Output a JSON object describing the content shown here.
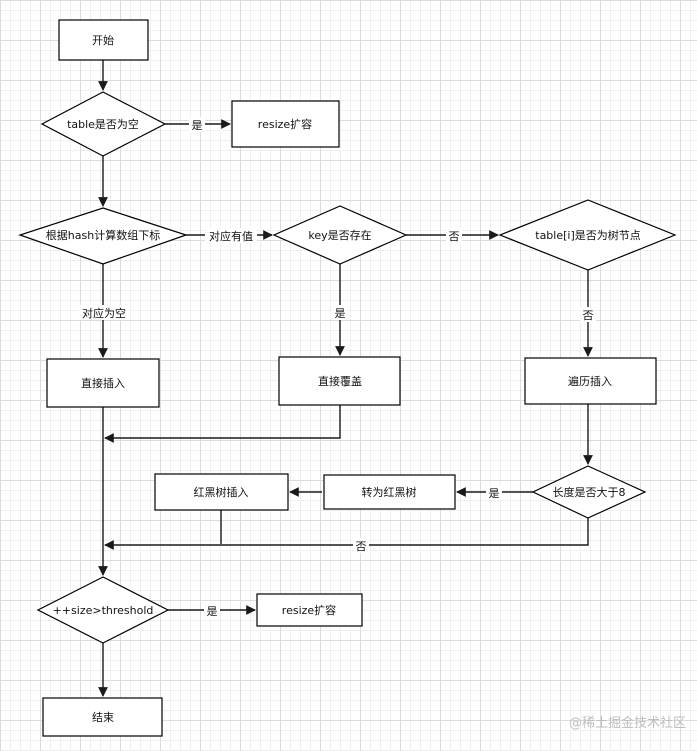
{
  "nodes": {
    "start": "开始",
    "table_empty": "table是否为空",
    "resize1": "resize扩容",
    "calc_index": "根据hash计算数组下标",
    "key_exists": "key是否存在",
    "is_tree": "table[i]是否为树节点",
    "direct_insert": "直接插入",
    "direct_overwrite": "直接覆盖",
    "traverse_insert": "遍历插入",
    "length_gt8": "长度是否大于8",
    "to_rbtree": "转为红黑树",
    "rbtree_insert": "红黑树插入",
    "size_check": "++size>threshold",
    "resize2": "resize扩容",
    "end": "结束"
  },
  "edge_labels": {
    "table_empty_yes": "是",
    "has_value": "对应有值",
    "key_no": "否",
    "empty_slot": "对应为空",
    "key_yes": "是",
    "tree_no": "否",
    "gt8_yes": "是",
    "gt8_no": "否",
    "size_yes": "是"
  },
  "watermark": "@稀土掘金技术社区"
}
